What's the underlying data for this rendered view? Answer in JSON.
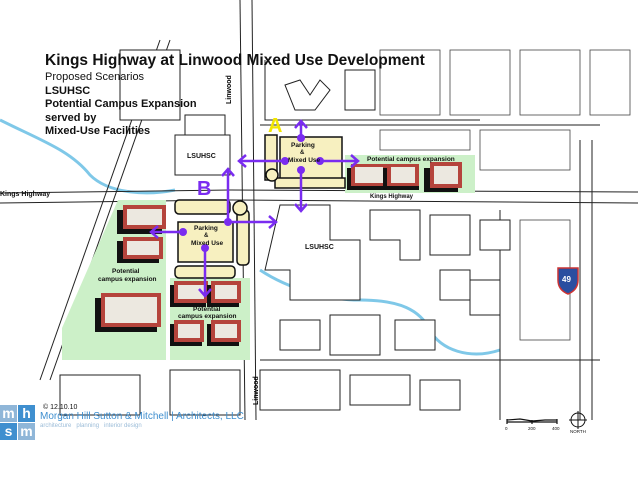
{
  "title": "Kings Highway at Linwood Mixed Use Development",
  "subtitle_lines": [
    "Proposed Scenarios",
    "LSUHSC",
    "Potential Campus Expansion",
    "served by",
    "Mixed-Use Facilities"
  ],
  "streets": {
    "linwood_top": "Linwood",
    "linwood_bottom": "Linwood",
    "kings_highway_left": "Kings Highway",
    "kings_highway_right": "Kings Highway"
  },
  "sites": {
    "site_a": {
      "letter": "A",
      "parking": "Parking",
      "amp": "&",
      "mixed_use": "Mixed Use"
    },
    "site_b": {
      "letter": "B",
      "parking": "Parking",
      "amp": "&",
      "mixed_use": "Mixed Use"
    }
  },
  "labels": {
    "lsuhsc_north": "LSUHSC",
    "lsuhsc_south": "LSUHSC",
    "expansion_ne": "Potential campus expansion",
    "expansion_west_1": "Potential",
    "expansion_west_2": "campus expansion",
    "expansion_south_1": "Potential",
    "expansion_south_2": "campus expansion"
  },
  "interstate_shield": "49",
  "footer": {
    "date": "© 12.10.10",
    "firm": "Morgan Hill Sutton & Mitchell | Architects, LLC",
    "tagline": "architecture   planning   interior design",
    "logo_letters": [
      "m",
      "h",
      "s",
      "m"
    ]
  },
  "scale_bar": {
    "ticks": [
      "0",
      "200",
      "400"
    ]
  },
  "north_label": "NORTH",
  "colors": {
    "expansion_green": "#ccf0c8",
    "building_red": "#b5443c",
    "arrow_purple": "#7a2cf0",
    "mixed_use_yellow": "#f7f0c0",
    "site_a_yellow": "#f2e600",
    "site_b_purple": "#7a2cf0",
    "water": "#7fc8e8",
    "logo_blue": "#3f8fcf"
  }
}
